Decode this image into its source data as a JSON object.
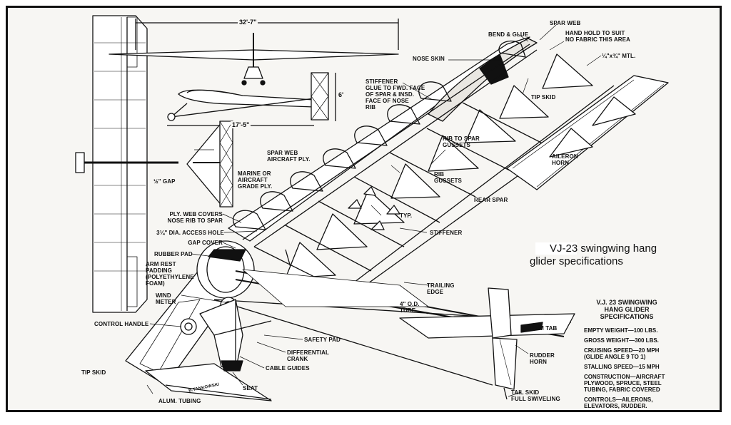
{
  "caption": {
    "line1": "VJ-23 swingwing hang",
    "line2": "glider specifications"
  },
  "dimensions": {
    "span": "32'-7\"",
    "length": "17'-5\"",
    "height": "6'"
  },
  "labels": {
    "spar_web": "SPAR WEB",
    "bend_glue": "BEND & GLUE",
    "hand_hold": "HAND HOLD TO SUIT\nNO FABRIC THIS AREA",
    "mtl": "¼\"x¾\" MTL.",
    "nose_skin": "NOSE SKIN",
    "stiffener_glue": "STIFFENER\nGLUE TO FWD. FACE\nOF SPAR & INSD.\nFACE OF NOSE\nRIB",
    "tip_skid_top": "TIP SKID",
    "rib_to_spar": "RIB TO SPAR\nGUSSETS",
    "aileron_horn": "AILERON\nHORN",
    "spar_web_aircraft": "SPAR WEB\nAIRCRAFT PLY.",
    "marine": "MARINE OR\nAIRCRAFT\nGRADE PLY.",
    "rib_gussets": "RIB\nGUSSETS",
    "half_gap": "½\" GAP",
    "rear_spar": "REAR SPAR",
    "typ": "TYP.",
    "ply_web": "PLY. WEB COVERS\nNOSE RIB TO SPAR",
    "stiffener": "STIFFENER",
    "access_hole": "3¼\" DIA. ACCESS HOLE",
    "gap_cover": "GAP COVER",
    "rubber_pad": "RUBBER PAD",
    "arm_rest": "ARM REST\nPADDING\n(POLYETHYLENE\nFOAM)",
    "trailing_edge": "TRAILING\nEDGE",
    "wind_meter": "WIND\nMETER",
    "od_tube": "4\" O.D.\nTUBE",
    "control_handle": "CONTROL HANDLE",
    "safety_pad": "SAFETY PAD",
    "differential": "DIFFERENTIAL\nCRANK",
    "cable_guides": "CABLE GUIDES",
    "trim_tab": "TRIM TAB",
    "rudder_horn": "RUDDER\nHORN",
    "tip_skid": "TIP SKID",
    "seat": "SEAT",
    "alum_tubing": "ALUM. TUBING",
    "tail_skid": "TAIL SKID\nFULL SWIVELING",
    "artist": "B.TANKOWSKI"
  },
  "specs": {
    "title": "V.J. 23 SWINGWING\nHANG GLIDER\nSPECIFICATIONS",
    "items": [
      "EMPTY WEIGHT—100 LBS.",
      "GROSS WEIGHT—300 LBS.",
      "CRUISING SPEED—20 MPH\n(GLIDE ANGLE 9 TO 1)",
      "STALLING SPEED—15 MPH",
      "CONSTRUCTION—AIRCRAFT\nPLYWOOD, SPRUCE, STEEL\nTUBING, FABRIC COVERED",
      "CONTROLS—AILERONS,\nELEVATORS, RUDDER."
    ]
  }
}
